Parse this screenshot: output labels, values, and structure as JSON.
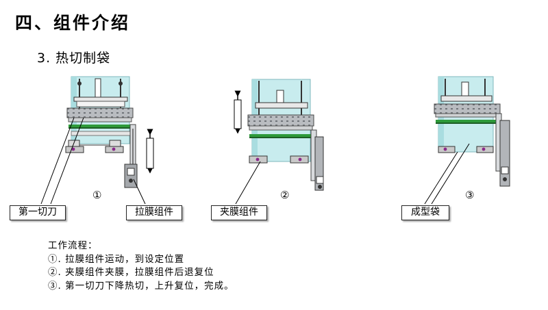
{
  "heading": "四、组件介绍",
  "subheading": "3. 热切制袋",
  "step_markers": [
    "①",
    "②",
    "③"
  ],
  "callouts": {
    "first_cutter": "第一切刀",
    "film_pull": "拉膜组件",
    "film_clamp": "夹膜组件",
    "formed_bag": "成型袋"
  },
  "process": {
    "title": "工作流程：",
    "steps": [
      "①. 拉膜组件运动，到设定位置",
      "②. 夹膜组件夹膜，拉膜组件后退复位",
      "③. 第一切刀下降热切，上升复位，完成。"
    ]
  },
  "colors": {
    "film": "#c8ecee",
    "green_bar": "#2e9a3a",
    "steel": "#8d9196",
    "purple_mark": "#8a2a8a"
  },
  "icons": [
    "double-arrow-vertical-icon"
  ]
}
